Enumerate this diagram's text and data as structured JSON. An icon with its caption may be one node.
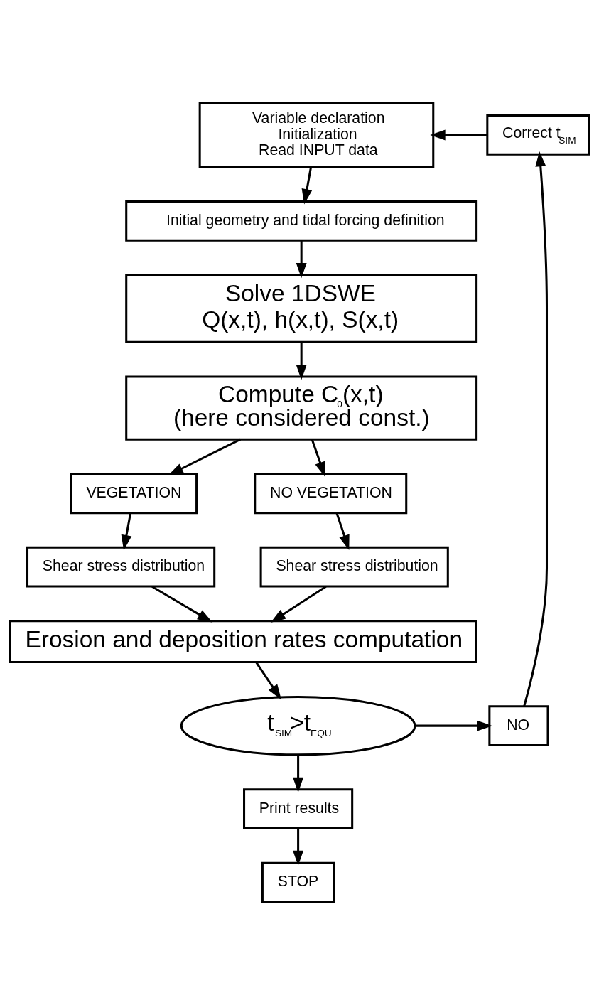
{
  "diagram": {
    "nodes": [
      {
        "text": [
          "Variable declaration",
          "Initialization",
          "Read INPUT data"
        ]
      },
      {
        "text": [
          "Initial geometry and tidal forcing definition"
        ]
      },
      {
        "text": [
          "Solve 1DSWE",
          "Q(x,t), h(x,t), S(x,t)"
        ]
      },
      {
        "text": [
          "Compute C$_{0}$(x,t)",
          "(here considered const.)"
        ]
      },
      {
        "text": [
          "VEGETATION"
        ]
      },
      {
        "text": [
          "NO VEGETATION"
        ]
      },
      {
        "text": [
          "Shear stress distribution"
        ]
      },
      {
        "text": [
          "Shear stress distribution"
        ]
      },
      {
        "text": [
          "Erosion and deposition rates computation"
        ]
      },
      {
        "text": [
          "t$_{SIM}$>t$_{EQU}$"
        ]
      },
      {
        "text": [
          "NO"
        ]
      },
      {
        "text": [
          "Correct t$_{SIM}$"
        ]
      },
      {
        "text": [
          "Print results"
        ]
      },
      {
        "text": [
          "STOP"
        ]
      }
    ],
    "edges": [
      {
        "from": 0,
        "to": 1,
        "arrow": "to"
      },
      {
        "from": 1,
        "to": 2,
        "arrow": "to"
      },
      {
        "from": 2,
        "to": 3,
        "arrow": "to"
      },
      {
        "from": 3,
        "to": 4,
        "arrow": "to"
      },
      {
        "from": 3,
        "to": 5,
        "arrow": "to"
      },
      {
        "from": 4,
        "to": 6,
        "arrow": "to"
      },
      {
        "from": 5,
        "to": 7,
        "arrow": "to"
      },
      {
        "from": 6,
        "to": 8,
        "arrow": "to"
      },
      {
        "from": 7,
        "to": 8,
        "arrow": "to"
      },
      {
        "from": 8,
        "to": 9,
        "arrow": "to"
      },
      {
        "from": 9,
        "to": 10,
        "arrow": "to"
      },
      {
        "from": 10,
        "to": 11,
        "arrow": "to"
      },
      {
        "from": 11,
        "to": 0,
        "arrow": "to"
      },
      {
        "from": 9,
        "to": 12,
        "arrow": "to"
      },
      {
        "from": 12,
        "to": 13,
        "arrow": "to"
      }
    ]
  }
}
